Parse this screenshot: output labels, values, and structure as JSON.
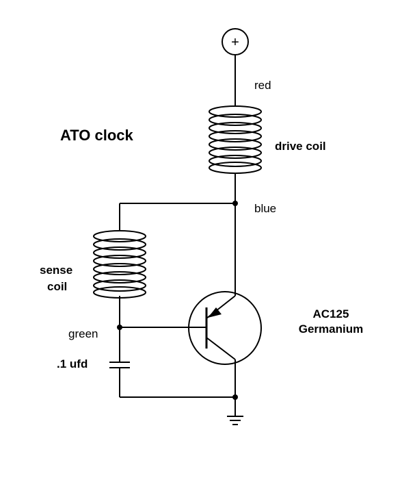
{
  "title": "ATO clock",
  "supply": {
    "symbol": "+"
  },
  "wires": {
    "top": "red",
    "mid": "blue",
    "base": "green"
  },
  "drive_coil": {
    "label": "drive coil"
  },
  "sense_coil": {
    "label_line1": "sense",
    "label_line2": "coil"
  },
  "capacitor": {
    "label": ".1 ufd"
  },
  "transistor": {
    "line1": "AC125",
    "line2": "Germanium"
  }
}
